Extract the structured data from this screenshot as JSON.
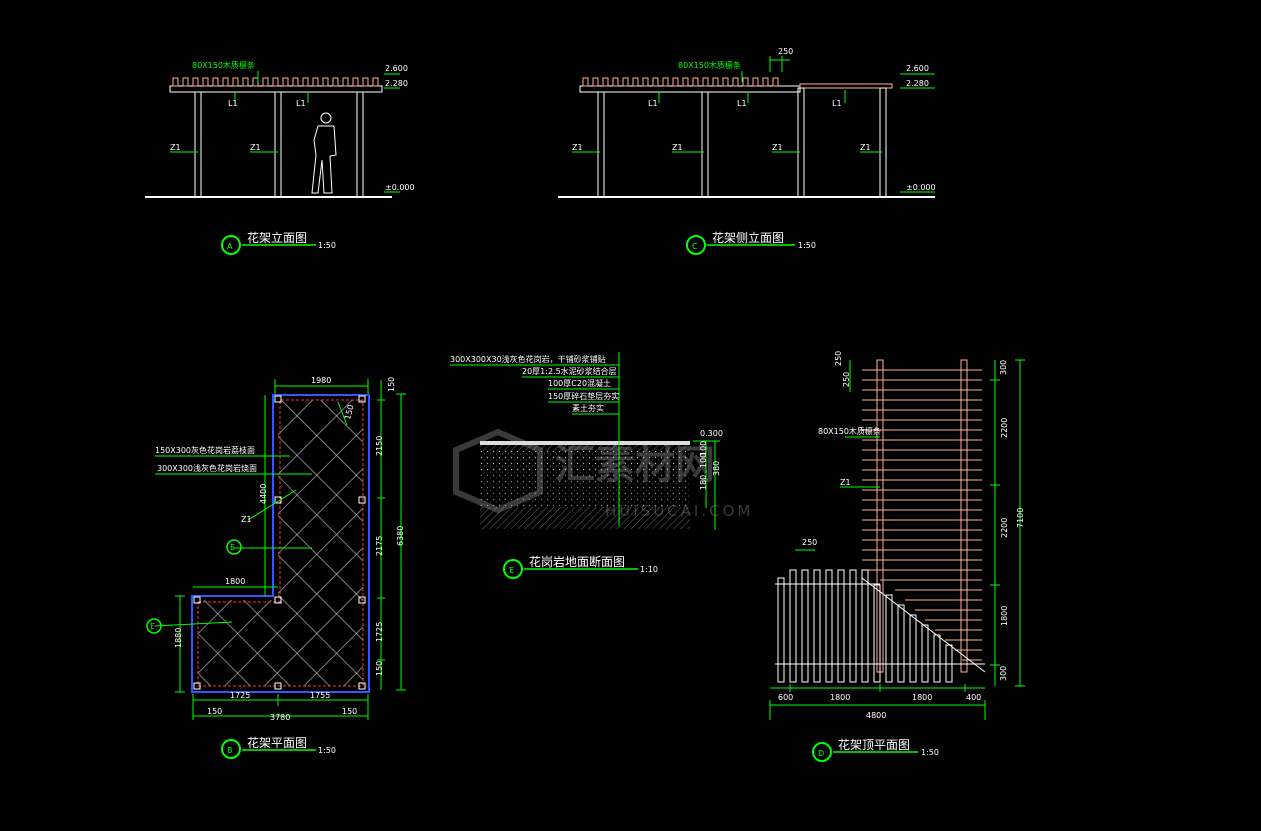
{
  "colors": {
    "background": "#000000",
    "dimension": "#00ff00",
    "outline": "#ffffff",
    "timber": "#ffb090",
    "slab_edge": "#3355ff",
    "hidden": "#ff3333"
  },
  "watermark": {
    "main": "汇素材网",
    "sub": "HUISUCAI.COM"
  },
  "view_a": {
    "beam_note": "80X150木质檩条",
    "level_top": "2.600",
    "level_mid": "2.280",
    "level_ground": "±0.000",
    "labels": {
      "col_left": "Z1",
      "col_mid": "Z1",
      "beam_left": "L1",
      "beam_right": "L1"
    },
    "title": "花架立面图",
    "tag": "A",
    "scale": "1:50"
  },
  "view_c": {
    "beam_note": "80X150木质檩条",
    "spacing": "250",
    "level_top": "2.600",
    "level_mid": "2.280",
    "level_ground": "±0.000",
    "labels": {
      "c1": "Z1",
      "c2": "Z1",
      "c3": "Z1",
      "c4": "Z1",
      "b1": "L1",
      "b2": "L1",
      "b3": "L1"
    },
    "title": "花架侧立面图",
    "tag": "C",
    "scale": "1:50"
  },
  "view_b": {
    "note1": "150X300灰色花岗岩荔枝面",
    "note2": "300X300浅灰色花岗岩烧面",
    "z1": "Z1",
    "dims": {
      "top": "1980",
      "top_right": "150",
      "corner": "150",
      "left_vertical": "4400",
      "right_2150": "2150",
      "right_2175": "2175",
      "right_1725": "1725",
      "right_150": "150",
      "overall_6380": "6380",
      "step_1800": "1800",
      "left_1880": "1880",
      "bottom_1725": "1725",
      "bottom_1755": "1755",
      "bottom_150_l": "150",
      "bottom_3780": "3780",
      "bottom_150_r": "150"
    },
    "section_tag": "E",
    "title": "花架平面图",
    "tag": "B",
    "scale": "1:50"
  },
  "view_e": {
    "layers": [
      "300X300X30浅灰色花岗岩，干铺砂浆铺贴",
      "20厚1:2.5水泥砂浆结合层",
      "100厚C20混凝土",
      "150厚碎石垫层夯实",
      "素土夯实"
    ],
    "level": "0.300",
    "dims": {
      "d100a": "100",
      "d100b": "100",
      "d180": "180",
      "d380": "380"
    },
    "title": "花岗岩地面断面图",
    "tag": "E",
    "scale": "1:10"
  },
  "view_d": {
    "beam_note": "80X150木质檩条",
    "z1": "Z1",
    "dims": {
      "top_250": "250",
      "top_250b": "250",
      "r_300a": "300",
      "r_2200a": "2200",
      "r_2200b": "2200",
      "r_1800": "1800",
      "r_300b": "300",
      "overall": "7100",
      "side_250": "250",
      "b_600": "600",
      "b_1800a": "1800",
      "b_1800b": "1800",
      "b_400": "400",
      "b_total": "4800"
    },
    "title": "花架顶平面图",
    "tag": "D",
    "scale": "1:50"
  }
}
